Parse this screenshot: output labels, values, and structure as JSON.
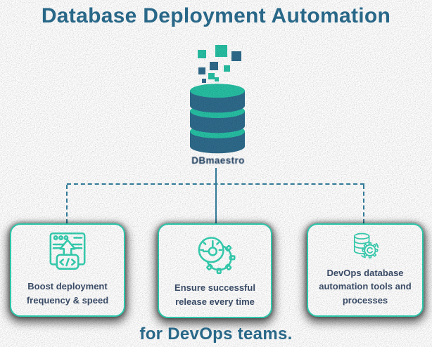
{
  "title": "Database Deployment Automation",
  "hero": {
    "icon": "database-stack-icon",
    "logo_text": "DBmaestro"
  },
  "cards": [
    {
      "icon": "deployment-window-icon",
      "label": "Boost deployment frequency & speed"
    },
    {
      "icon": "clock-gear-icon",
      "label": "Ensure successful release every time"
    },
    {
      "icon": "database-gear-icon",
      "label": "DevOps database automation tools and processes"
    }
  ],
  "footer": {
    "tagline": "for DevOps teams."
  },
  "colors": {
    "title_text": "#2b6d8f",
    "teal": "#27c0a4",
    "steel_blue": "#2f6b8c",
    "icon_stroke": "#36d1b2",
    "card_border": "#2fd0b2",
    "card_text": "#3d4f6b",
    "connector": "#35809f",
    "logo_text": "#17395c"
  }
}
